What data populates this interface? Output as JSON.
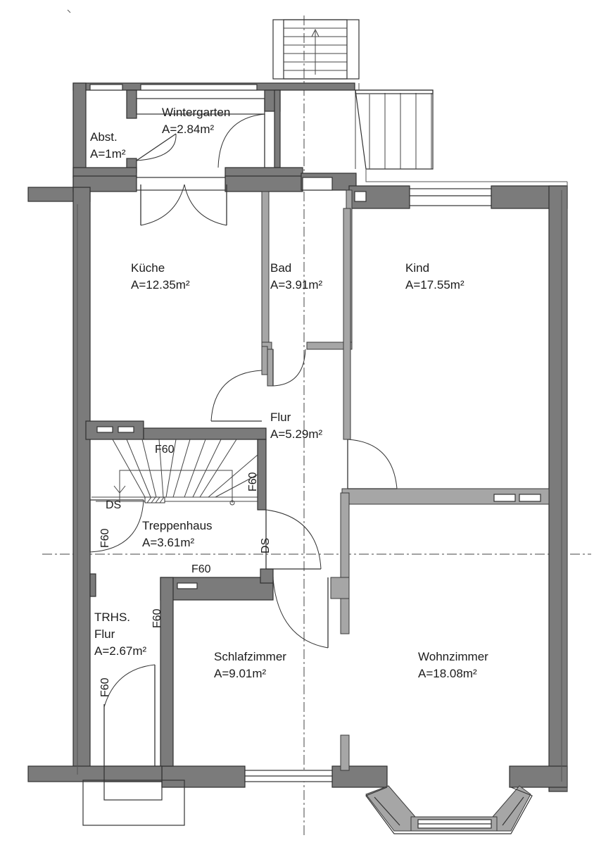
{
  "rooms": [
    {
      "id": "wintergarten",
      "name": "Wintergarten",
      "area": "A=2.84m²"
    },
    {
      "id": "abst",
      "name": "Abst.",
      "area": "A=1m²"
    },
    {
      "id": "kueche",
      "name": "Küche",
      "area": "A=12.35m²"
    },
    {
      "id": "bad",
      "name": "Bad",
      "area": "A=3.91m²"
    },
    {
      "id": "kind",
      "name": "Kind",
      "area": "A=17.55m²"
    },
    {
      "id": "flur",
      "name": "Flur",
      "area": "A=5.29m²"
    },
    {
      "id": "treppenhaus",
      "name": "Treppenhaus",
      "area": "A=3.61m²"
    },
    {
      "id": "trhs-flur",
      "name": "TRHS.",
      "name2": "Flur",
      "area": "A=2.67m²"
    },
    {
      "id": "schlafzimmer",
      "name": "Schlafzimmer",
      "area": "A=9.01m²"
    },
    {
      "id": "wohnzimmer",
      "name": "Wohnzimmer",
      "area": "A=18.08m²"
    }
  ],
  "annotations": {
    "f60": "F60",
    "ds": "DS"
  }
}
